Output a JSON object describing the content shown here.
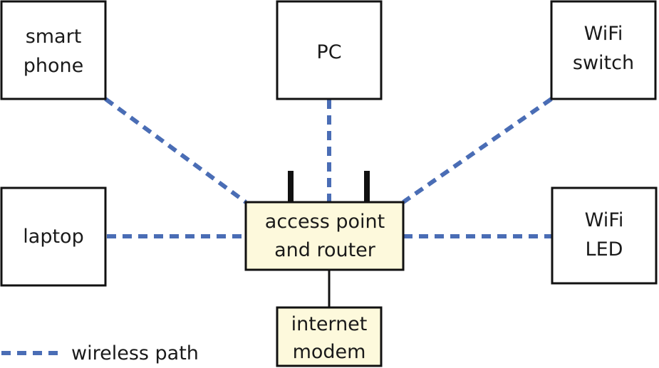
{
  "colors": {
    "wireless": "#4a6db5",
    "box_border": "#111111",
    "router_fill": "#fdf9dc",
    "device_fill": "#ffffff",
    "wired": "#111111"
  },
  "devices": {
    "smartphone": {
      "line1": "smart",
      "line2": "phone"
    },
    "pc": {
      "line1": "PC"
    },
    "wifi_switch": {
      "line1": "WiFi",
      "line2": "switch"
    },
    "laptop": {
      "line1": "laptop"
    },
    "wifi_led": {
      "line1": "WiFi",
      "line2": "LED"
    }
  },
  "router": {
    "line1": "access point",
    "line2": "and router"
  },
  "modem": {
    "line1": "internet",
    "line2": "modem"
  },
  "legend": {
    "label": "wireless path"
  }
}
